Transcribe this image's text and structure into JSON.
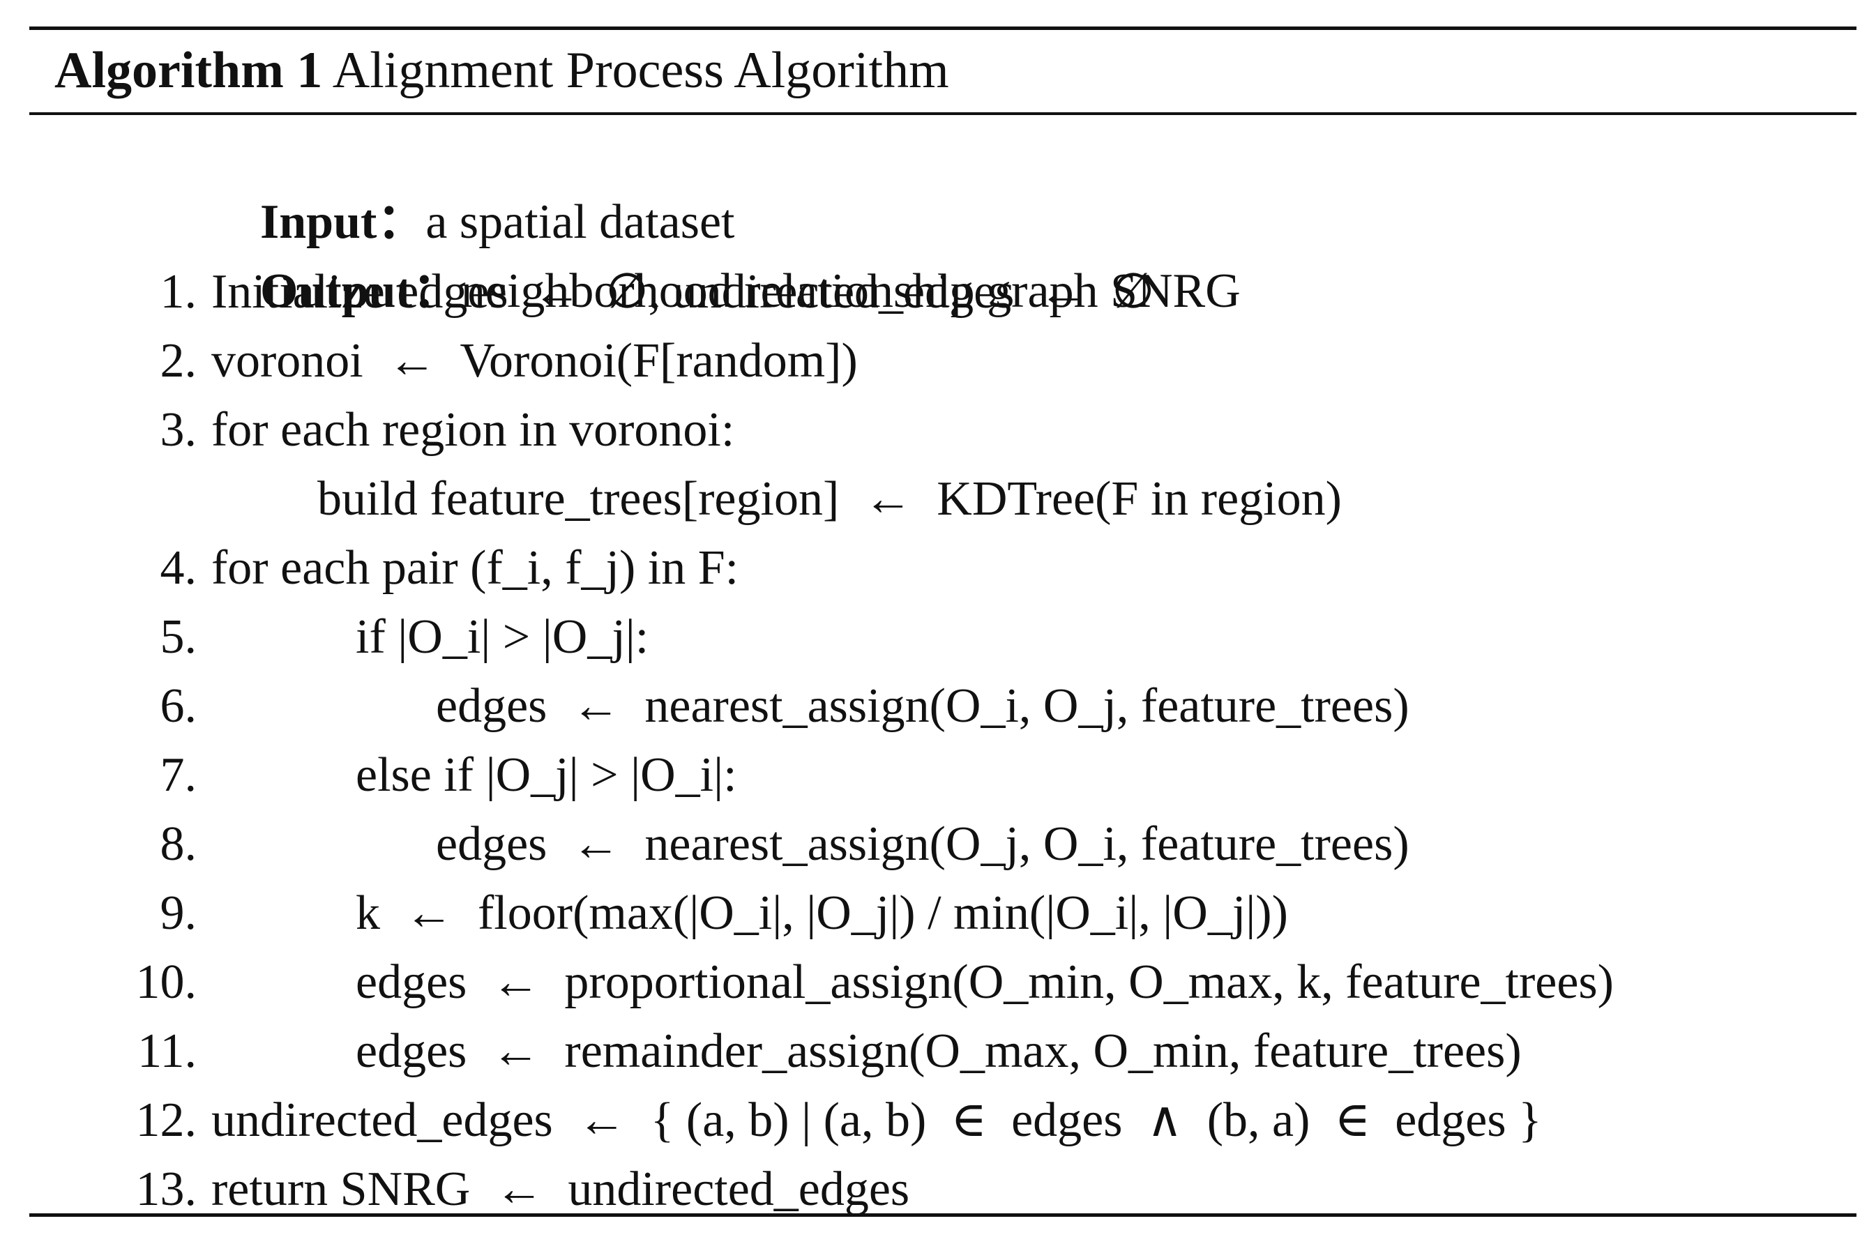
{
  "algorithm": {
    "label": "Algorithm 1",
    "title": "Alignment Process Algorithm",
    "input_label": "Input：",
    "input_text": "a spatial dataset",
    "output_label": "Output：",
    "output_text": "neighborhood relationship graph SNRG",
    "steps": [
      {
        "num": "1.",
        "text": "Initialize edges  ←  ∅, undirected_edges  ←  ∅"
      },
      {
        "num": "2.",
        "text": "voronoi  ←  Voronoi(F[random])"
      },
      {
        "num": "3.",
        "text": "for each region in voronoi:"
      },
      {
        "num": "",
        "text": "build feature_trees[region]  ←  KDTree(F in region)"
      },
      {
        "num": "4.",
        "text": "for each pair (f_i, f_j) in F:"
      },
      {
        "num": "5.",
        "text": "if |O_i| > |O_j|:"
      },
      {
        "num": "6.",
        "text": "edges  ←  nearest_assign(O_i, O_j, feature_trees)"
      },
      {
        "num": "7.",
        "text": "else if |O_j| > |O_i|:"
      },
      {
        "num": "8.",
        "text": "edges  ←  nearest_assign(O_j, O_i, feature_trees)"
      },
      {
        "num": "9.",
        "text": "k  ←  floor(max(|O_i|, |O_j|) / min(|O_i|, |O_j|))"
      },
      {
        "num": "10.",
        "text": "edges  ←  proportional_assign(O_min, O_max, k, feature_trees)"
      },
      {
        "num": "11.",
        "text": "edges  ←  remainder_assign(O_max, O_min, feature_trees)"
      },
      {
        "num": "12.",
        "text": "undirected_edges  ←  { (a, b) | (a, b)  ∈  edges  ∧  (b, a)  ∈  edges }"
      },
      {
        "num": "13.",
        "text": "return SNRG  ←  undirected_edges"
      }
    ]
  }
}
